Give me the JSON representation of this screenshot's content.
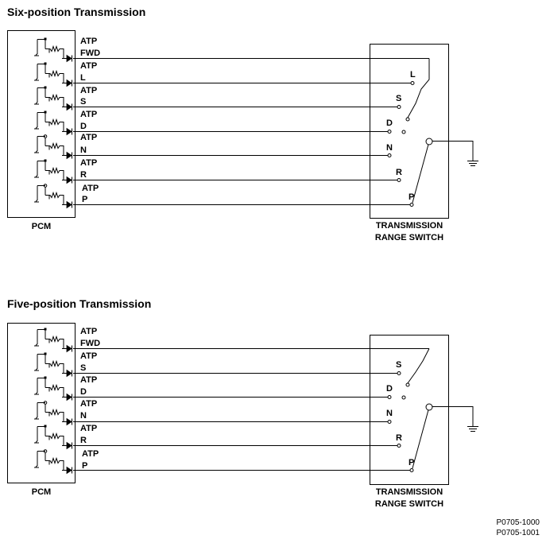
{
  "diagram_1": {
    "title": "Six-position Transmission",
    "pcm_label": "PCM",
    "switch_label_line1": "TRANSMISSION",
    "switch_label_line2": "RANGE SWITCH",
    "lines": [
      {
        "atp": "ATP",
        "name": "FWD",
        "switch_pos": ""
      },
      {
        "atp": "ATP",
        "name": "L",
        "switch_pos": "L"
      },
      {
        "atp": "ATP",
        "name": "S",
        "switch_pos": "S"
      },
      {
        "atp": "ATP",
        "name": "D",
        "switch_pos": "D"
      },
      {
        "atp": "ATP",
        "name": "N",
        "switch_pos": "N"
      },
      {
        "atp": "ATP",
        "name": "R",
        "switch_pos": "R"
      },
      {
        "atp": "ATP",
        "name": "P",
        "switch_pos": "P"
      }
    ]
  },
  "diagram_2": {
    "title": "Five-position Transmission",
    "pcm_label": "PCM",
    "switch_label_line1": "TRANSMISSION",
    "switch_label_line2": "RANGE SWITCH",
    "lines": [
      {
        "atp": "ATP",
        "name": "FWD",
        "switch_pos": ""
      },
      {
        "atp": "ATP",
        "name": "S",
        "switch_pos": "S"
      },
      {
        "atp": "ATP",
        "name": "D",
        "switch_pos": "D"
      },
      {
        "atp": "ATP",
        "name": "N",
        "switch_pos": "N"
      },
      {
        "atp": "ATP",
        "name": "R",
        "switch_pos": "R"
      },
      {
        "atp": "ATP",
        "name": "P",
        "switch_pos": "P"
      }
    ]
  },
  "reference": {
    "line1": "P0705-1000",
    "line2": "P0705-1001"
  }
}
